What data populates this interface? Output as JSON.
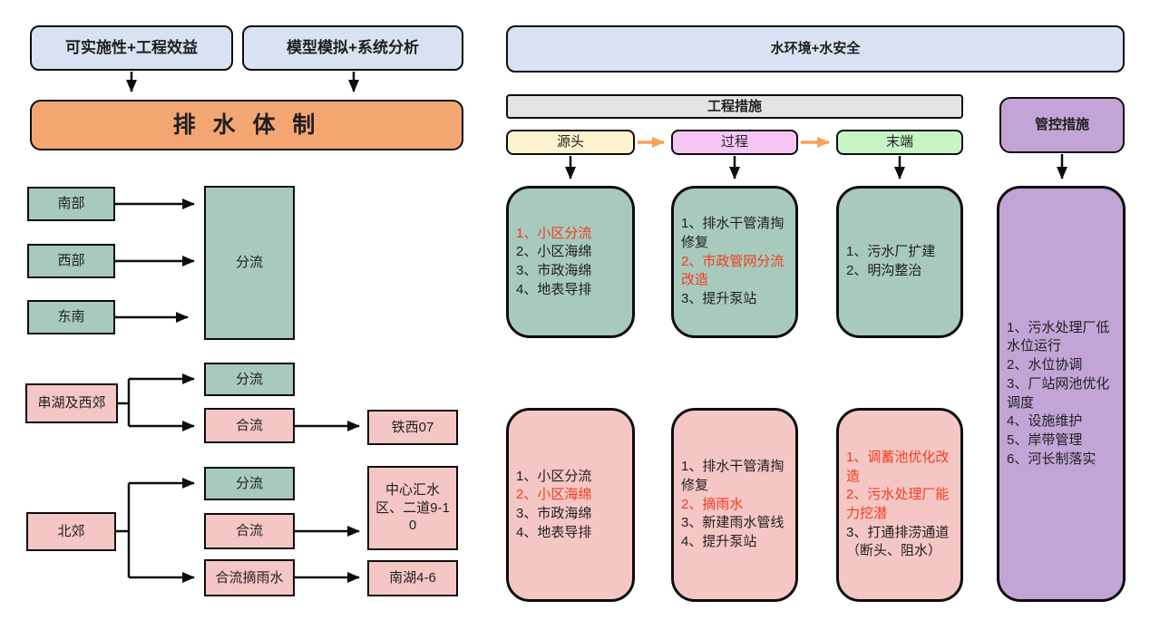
{
  "palette": {
    "light_blue": "#D9E2F3",
    "orange": "#F4A672",
    "teal": "#A7CABD",
    "pink": "#F5C7C4",
    "yellow": "#FCF2CE",
    "magenta": "#F6C5F4",
    "light_green": "#C6F4C5",
    "purple": "#C2A5D6",
    "gray": "#E3E3E3",
    "highlight_red": "#F43B1E",
    "arrow_orange": "#F8A158",
    "line_black": "#0d0d0d"
  },
  "left": {
    "criteria_left": "可实施性+工程效益",
    "criteria_right": "模型模拟+系统分析",
    "title": "排 水 体 制",
    "regions": [
      "南部",
      "西部",
      "东南"
    ],
    "big_separate": "分流",
    "chuanhu": {
      "label": "串湖及西郊",
      "separate": "分流",
      "combined": "合流",
      "combined_target": "铁西07"
    },
    "beijiao": {
      "label": "北郊",
      "separate": "分流",
      "combined": "合流",
      "combined_rain": "合流摘雨水",
      "combined_target": "中心汇水区、二道9-10",
      "rain_target": "南湖4-6"
    }
  },
  "right": {
    "header_label": "水环境+水安全",
    "engineering_label": "工程措施",
    "control_label": "管控措施",
    "stages": [
      "源头",
      "过程",
      "末端"
    ],
    "engineering_top": [
      {
        "items": [
          {
            "text": "1、小区分流",
            "color": "#F43B1E"
          },
          {
            "text": "2、小区海绵"
          },
          {
            "text": "3、市政海绵"
          },
          {
            "text": "4、地表导排"
          }
        ]
      },
      {
        "items": [
          {
            "text": "1、排水干管清掏修复"
          },
          {
            "text": "2、市政管网分流改造",
            "color": "#F43B1E"
          },
          {
            "text": "3、提升泵站"
          }
        ]
      },
      {
        "items": [
          {
            "text": "1、污水厂扩建"
          },
          {
            "text": "2、明沟整治"
          }
        ]
      }
    ],
    "engineering_bottom": [
      {
        "items": [
          {
            "text": "1、小区分流"
          },
          {
            "text": "2、小区海绵",
            "color": "#F43B1E"
          },
          {
            "text": "3、市政海绵"
          },
          {
            "text": "4、地表导排"
          }
        ]
      },
      {
        "items": [
          {
            "text": "1、排水干管清掏修复"
          },
          {
            "text": "2、摘雨水",
            "color": "#F43B1E"
          },
          {
            "text": "3、新建雨水管线"
          },
          {
            "text": "4、提升泵站"
          }
        ]
      },
      {
        "items": [
          {
            "text": "1、调蓄池优化改造",
            "color": "#F43B1E"
          },
          {
            "text": "2、污水处理厂能力挖潜",
            "color": "#F43B1E"
          },
          {
            "text": "3、打通排涝通道（断头、阻水）"
          }
        ]
      }
    ],
    "control_items": [
      {
        "text": "1、污水处理厂低水位运行"
      },
      {
        "text": "2、水位协调"
      },
      {
        "text": "3、厂站网池优化调度"
      },
      {
        "text": "4、设施维护"
      },
      {
        "text": "5、岸带管理"
      },
      {
        "text": "6、河长制落实"
      }
    ]
  }
}
